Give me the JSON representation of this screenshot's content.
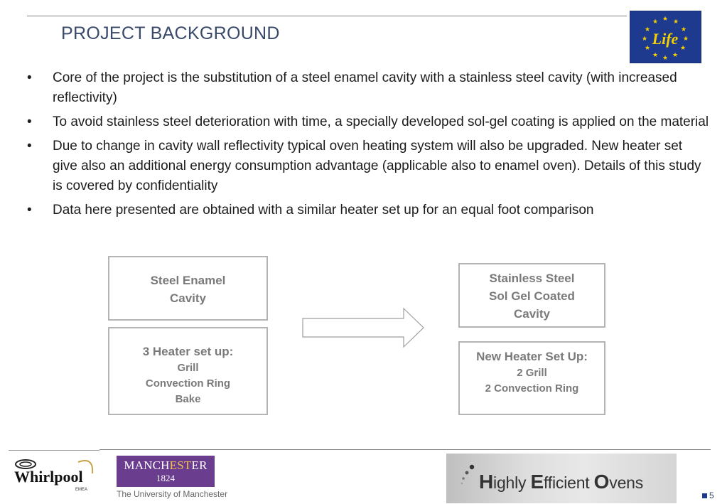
{
  "slide": {
    "title": "PROJECT BACKGROUND",
    "page_number": "5"
  },
  "logo_life": {
    "text": "Life",
    "color": "#1e3a8f",
    "star_color": "#f5d000"
  },
  "bullets": [
    {
      "marker": "•",
      "text": "Core of the project is the substitution of  a steel enamel cavity with a stainless steel cavity (with increased reflectivity)"
    },
    {
      "marker": "•",
      "text": "To avoid stainless steel deterioration with time, a specially developed sol-gel coating is applied on the material"
    },
    {
      "marker": "•",
      "text": "Due to change in cavity wall reflectivity typical oven heating system will also be upgraded. New heater set give also an additional energy consumption advantage (applicable also to enamel oven). Details of this study is covered by confidentiality"
    },
    {
      "marker": "•",
      "text": "Data here presented are obtained with a similar heater set up for an equal foot comparison"
    }
  ],
  "diagram": {
    "left_top": {
      "line1": "Steel Enamel",
      "line2": "Cavity"
    },
    "left_bottom": {
      "heading": "3 Heater set up:",
      "items": [
        "Grill",
        "Convection Ring",
        "Bake"
      ]
    },
    "right_top": {
      "line1": "Stainless Steel",
      "line2": "Sol Gel Coated",
      "line3": "Cavity"
    },
    "right_bottom": {
      "heading": "New Heater Set Up:",
      "items": [
        "2 Grill",
        "2 Convection Ring"
      ]
    }
  },
  "footer": {
    "whirlpool": {
      "name": "Whirlpool",
      "sub": "EMEA"
    },
    "manchester": {
      "name_a": "MANCH",
      "name_b": "EST",
      "name_c": "ER",
      "year": "1824",
      "sub": "The University of Manchester",
      "color": "#6a3d8f"
    },
    "heo": {
      "h_cap": "H",
      "h_rest": "ighly ",
      "e_cap": "E",
      "e_rest": "fficient ",
      "o_cap": "O",
      "o_rest": "vens"
    }
  }
}
